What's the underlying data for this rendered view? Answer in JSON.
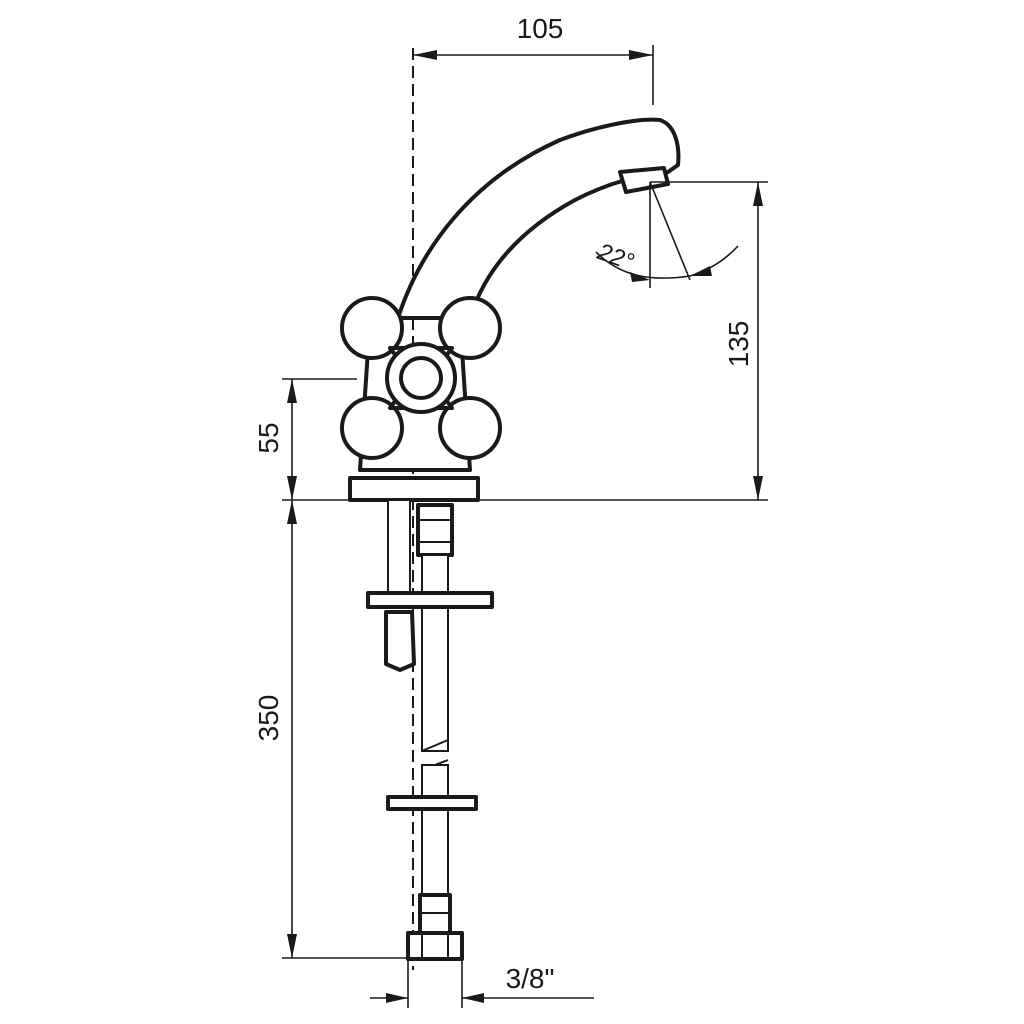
{
  "dimensions": {
    "spout_reach": "105",
    "spout_height": "135",
    "handle_height": "55",
    "hose_length": "350",
    "connector_size": "3/8\"",
    "spout_angle": "22°"
  }
}
